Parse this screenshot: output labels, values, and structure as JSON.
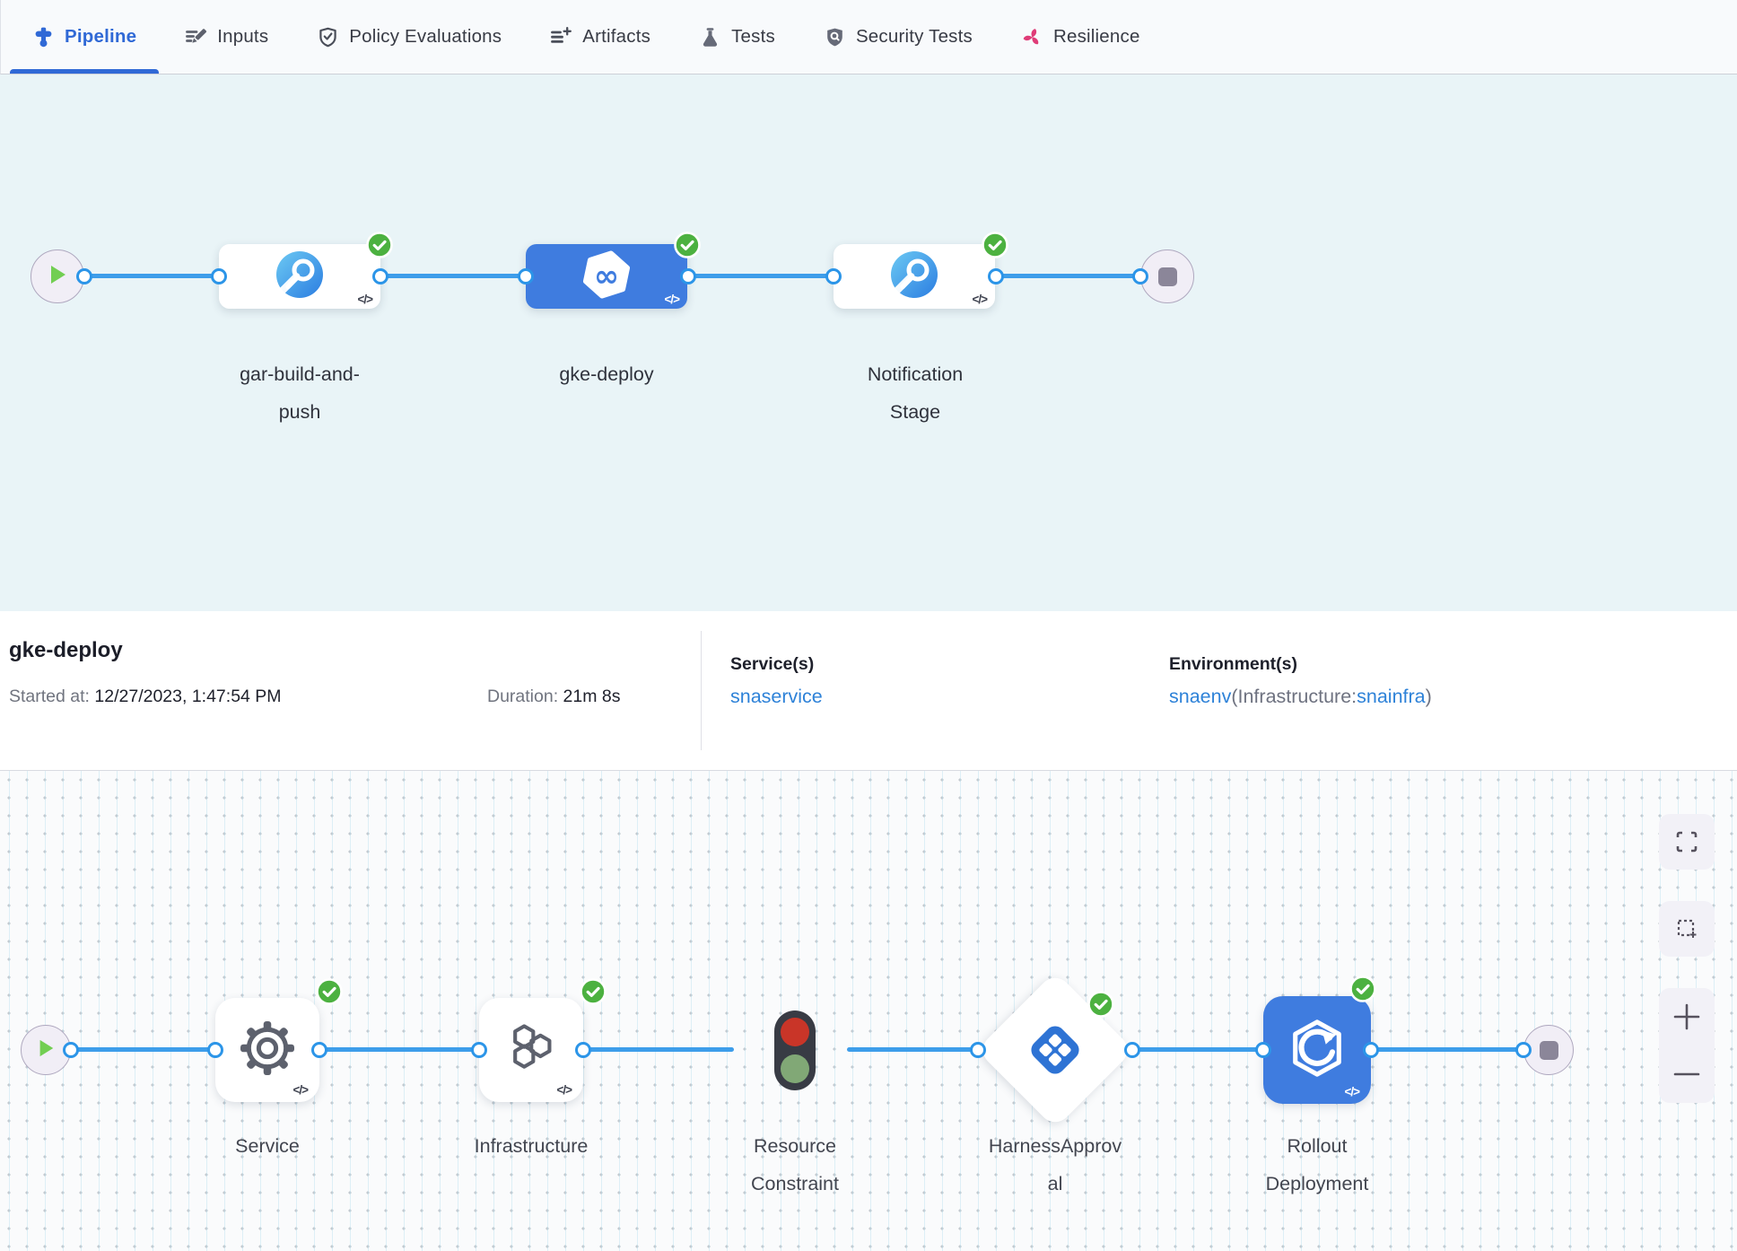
{
  "colors": {
    "accent_blue": "#3069d6",
    "selected_card_blue": "#3f7cdf",
    "connector_blue": "#3d9dea",
    "link_blue": "#2e82d8",
    "success_green": "#4cb140",
    "traffic_red": "#c93528",
    "traffic_green": "#81a876"
  },
  "tabs": [
    {
      "label": "Pipeline",
      "icon": "pipeline-icon",
      "active": true
    },
    {
      "label": "Inputs",
      "icon": "inputs-icon",
      "active": false
    },
    {
      "label": "Policy Evaluations",
      "icon": "policy-shield-check-icon",
      "active": false
    },
    {
      "label": "Artifacts",
      "icon": "artifacts-list-plus-icon",
      "active": false
    },
    {
      "label": "Tests",
      "icon": "flask-icon",
      "active": false
    },
    {
      "label": "Security Tests",
      "icon": "security-shield-icon",
      "active": false
    },
    {
      "label": "Resilience",
      "icon": "resilience-pinwheel-icon",
      "active": false
    }
  ],
  "stage_pipeline": {
    "stages": [
      {
        "name": "gar-build-and-push",
        "icon": "custom-stage-icon",
        "status": "success",
        "selected": false
      },
      {
        "name": "gke-deploy",
        "icon": "cd-stage-icon",
        "status": "success",
        "selected": true
      },
      {
        "name": "Notification Stage",
        "icon": "custom-stage-icon",
        "status": "success",
        "selected": false
      }
    ]
  },
  "details": {
    "title": "gke-deploy",
    "started_label": "Started at:",
    "started_value": "12/27/2023, 1:47:54 PM",
    "duration_label": "Duration:",
    "duration_value": "21m 8s",
    "services_label": "Service(s)",
    "service_link": "snaservice",
    "environments_label": "Environment(s)",
    "env_link": "snaenv",
    "env_infra_prefix": "(Infrastructure:",
    "env_infra_link": "snainfra",
    "env_suffix": ")"
  },
  "execution": {
    "steps": [
      {
        "name": "Service",
        "icon": "gear-icon",
        "status": "success"
      },
      {
        "name": "Infrastructure",
        "icon": "hexagons-icon",
        "status": "success"
      },
      {
        "name": "Resource Constraint",
        "icon": "traffic-light-icon",
        "status": "none"
      },
      {
        "name": "HarnessApproval",
        "icon": "approval-diamond-icon",
        "status": "success"
      },
      {
        "name": "Rollout Deployment",
        "icon": "rollout-icon",
        "status": "success"
      }
    ]
  },
  "glyphs": {
    "code": "</>"
  }
}
